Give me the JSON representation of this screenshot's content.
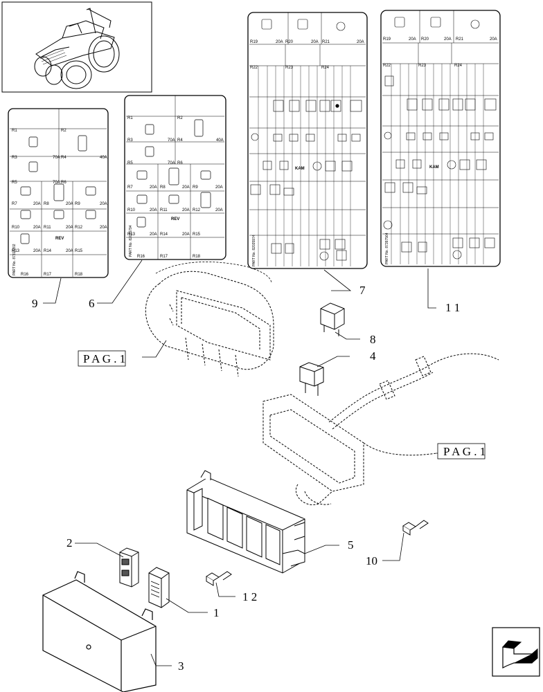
{
  "callouts": {
    "c1": "1",
    "c2": "2",
    "c3": "3",
    "c4": "4",
    "c5": "5",
    "c6": "6",
    "c7": "7",
    "c8": "8",
    "c9": "9",
    "c10": "10",
    "c11": "1 1",
    "c12": "1 2",
    "pag_left": "P A G . 1",
    "pag_right": "P A G . 1"
  },
  "panel9": {
    "relays": [
      "R1",
      "R2",
      "R3",
      "R4",
      "R5",
      "R6",
      "R7",
      "R8",
      "R9",
      "R10",
      "R11",
      "R12",
      "R13",
      "R14",
      "R15",
      "R16",
      "R17",
      "R18"
    ],
    "amps": {
      "r3": "70A",
      "r4": "40A",
      "r5": "70A",
      "r7": "20A",
      "r8": "20A",
      "r9": "20A",
      "r10": "20A",
      "r11": "20A",
      "r12": "20A",
      "r13": "20A",
      "r14": "20A"
    },
    "rev": "REV",
    "part": "PART No. 87316202"
  },
  "panel6": {
    "relays": [
      "R1",
      "R2",
      "R3",
      "R4",
      "R5",
      "R6",
      "R7",
      "R8",
      "R9",
      "R10",
      "R11",
      "R12",
      "R13",
      "R14",
      "R15",
      "R16",
      "R17",
      "R18"
    ],
    "amps": {
      "r3": "70A",
      "r4": "40A",
      "r5": "70A",
      "r7": "20A",
      "r8": "20A",
      "r9": "20A",
      "r10": "20A",
      "r11": "20A",
      "r12": "20A",
      "r13": "20A",
      "r14": "20A"
    },
    "rev": "REV",
    "part": "PART No. 82035794"
  },
  "panel7": {
    "r19": "R19",
    "r20": "R20",
    "r21": "R21",
    "r22": "R22",
    "r23": "R23",
    "r24": "R24",
    "a19": "20A",
    "a20": "20A",
    "a21": "20A",
    "kam": "KAM",
    "part": "PART No. 82035974"
  },
  "panel11": {
    "r19": "R19",
    "r20": "R20",
    "r21": "R21",
    "r22": "R22",
    "r23": "R23",
    "r24": "R24",
    "a19": "20A",
    "a20": "20A",
    "a21": "20A",
    "kam": "KAM",
    "part": "PART No. 87397564"
  }
}
